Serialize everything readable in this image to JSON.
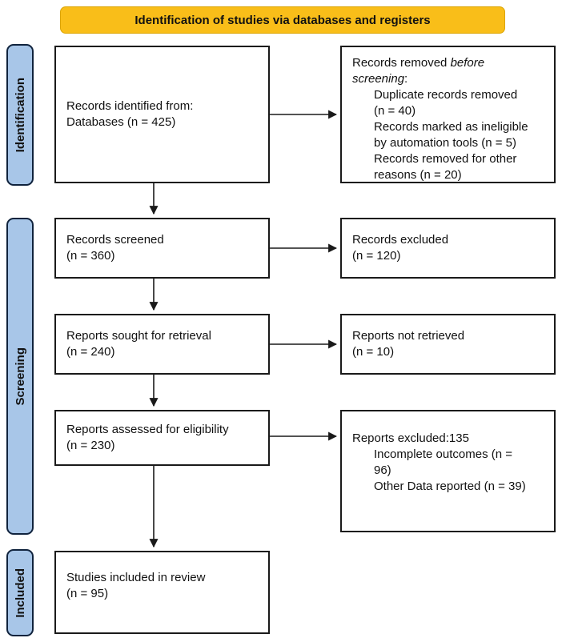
{
  "banner": {
    "label": "Identification of studies via databases and registers"
  },
  "sidebar": {
    "identification": "Identification",
    "screening": "Screening",
    "included": "Included"
  },
  "boxes": {
    "records_identified": "Records identified from:\nDatabases (n = 425)",
    "records_removed": {
      "lead": "Records removed ",
      "emphasis": "before\nscreening",
      "tail": ":",
      "items": [
        "Duplicate records removed\n(n = 40)",
        "Records marked as ineligible\nby automation tools (n = 5)",
        "Records removed for other\nreasons (n = 20)"
      ]
    },
    "records_screened": "Records screened\n(n = 360)",
    "records_excluded": "Records excluded\n(n = 120)",
    "reports_sought": "Reports sought for retrieval\n(n = 240)",
    "reports_not_retrieved": "Reports not retrieved\n(n = 10)",
    "reports_assessed": "Reports assessed for eligibility\n(n = 230)",
    "reports_excluded": {
      "title": "Reports excluded:135",
      "items": [
        "Incomplete outcomes (n =\n96)",
        "Other Data reported  (n = 39)"
      ]
    },
    "studies_included": "Studies included in review\n(n = 95)"
  },
  "colors": {
    "banner_bg": "#F9BE19",
    "sidebar_bg": "#A8C6E8",
    "box_border": "#1A1A1A",
    "arrow": "#1A1A1A"
  }
}
